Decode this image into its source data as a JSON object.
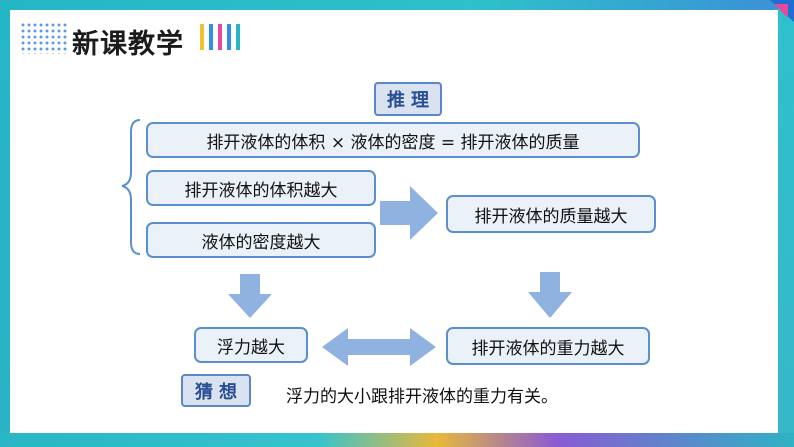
{
  "header": {
    "title": "新课教学"
  },
  "colors": {
    "frame": "#2bb8c7",
    "box_fill": "#eaf1f9",
    "box_border": "#5b8fd0",
    "arrow": "#8fb2e0",
    "bars": [
      "#f2c12e",
      "#2f8fe3",
      "#e64a9a",
      "#2f8fe3",
      "#23b6c4"
    ]
  },
  "tags": {
    "reasoning": "推理",
    "guess": "猜想"
  },
  "formula": "排开液体的体积 × 液体的密度  =  排开液体的质量",
  "conditions": [
    "排开液体的体积越大",
    "液体的密度越大"
  ],
  "mass_result": "排开液体的质量越大",
  "buoyancy": "浮力越大",
  "gravity_result": "排开液体的重力越大",
  "conclusion": "浮力的大小跟排开液体的重力有关。",
  "icons": {
    "brace": "left-brace",
    "arrows": [
      "arrow-right",
      "arrow-down",
      "arrow-down",
      "double-arrow"
    ]
  }
}
